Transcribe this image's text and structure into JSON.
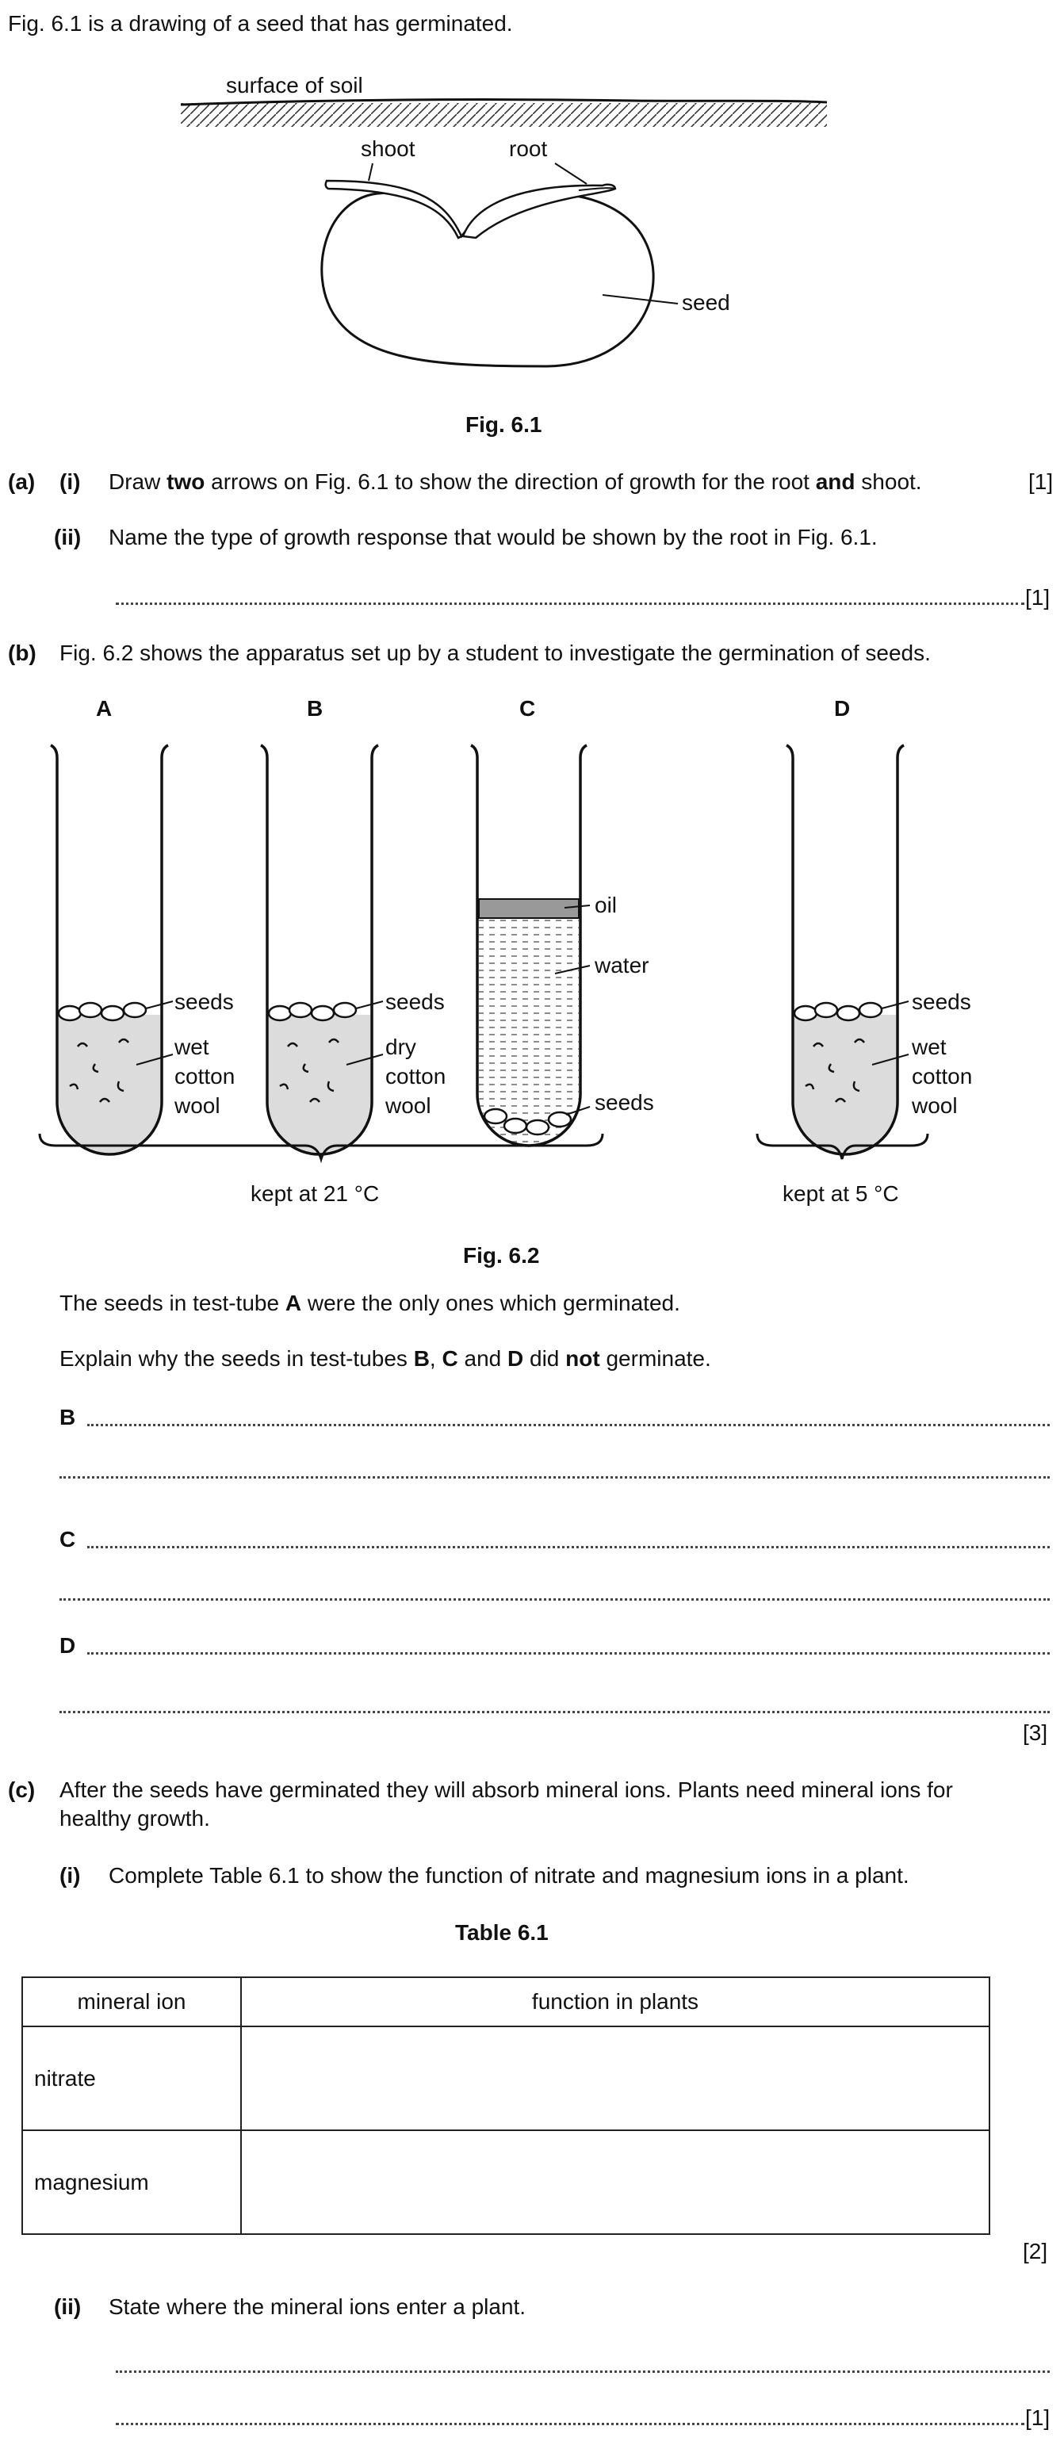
{
  "intro": "Fig. 6.1 is a drawing of a seed that has germinated.",
  "fig61": {
    "surface_label": "surface of soil",
    "shoot_label": "shoot",
    "root_label": "root",
    "seed_label": "seed",
    "caption": "Fig. 6.1"
  },
  "qa": {
    "part_label": "(a)",
    "i_label": "(i)",
    "i_pre": "Draw ",
    "i_bold1": "two",
    "i_mid": " arrows on Fig. 6.1 to show the direction of growth for the root ",
    "i_bold2": "and",
    "i_post": " shoot.",
    "i_mark": "[1]",
    "ii_label": "(ii)",
    "ii_text": "Name the type of growth response that would be shown by the root in Fig. 6.1.",
    "ii_mark": "[1]"
  },
  "qb": {
    "part_label": "(b)",
    "text": "Fig. 6.2 shows the apparatus set up by a student to investigate the germination of seeds."
  },
  "fig62": {
    "tube_labels": [
      "A",
      "B",
      "C",
      "D"
    ],
    "seeds": "seeds",
    "wet": "wet",
    "dry": "dry",
    "cotton": "cotton",
    "wool": "wool",
    "oil": "oil",
    "water": "water",
    "kept21": "kept at 21 °C",
    "kept5": "kept at 5 °C",
    "caption": "Fig. 6.2"
  },
  "qb_body": {
    "s1_pre": "The seeds in test-tube ",
    "s1_bold": "A",
    "s1_post": " were the only ones which germinated.",
    "s2_pre": "Explain why the seeds in test-tubes ",
    "s2_b1": "B",
    "s2_sep": ", ",
    "s2_b2": "C",
    "s2_and": " and ",
    "s2_b3": "D",
    "s2_did": " did ",
    "s2_not": "not",
    "s2_post": " germinate.",
    "line_labels": [
      "B",
      "C",
      "D"
    ],
    "mark": "[3]"
  },
  "qc": {
    "part_label": "(c)",
    "text1": "After the seeds have germinated they will absorb mineral ions. Plants need mineral ions for",
    "text2": "healthy growth.",
    "i_label": "(i)",
    "i_text": "Complete Table 6.1 to show the function of nitrate and magnesium ions in a plant.",
    "table_caption": "Table 6.1",
    "table_headers": [
      "mineral ion",
      "function in plants"
    ],
    "table_rows": [
      {
        "ion": "nitrate",
        "function": ""
      },
      {
        "ion": "magnesium",
        "function": ""
      }
    ],
    "table_mark": "[2]",
    "ii_label": "(ii)",
    "ii_text": "State where the mineral ions enter a plant.",
    "ii_mark": "[1]"
  }
}
